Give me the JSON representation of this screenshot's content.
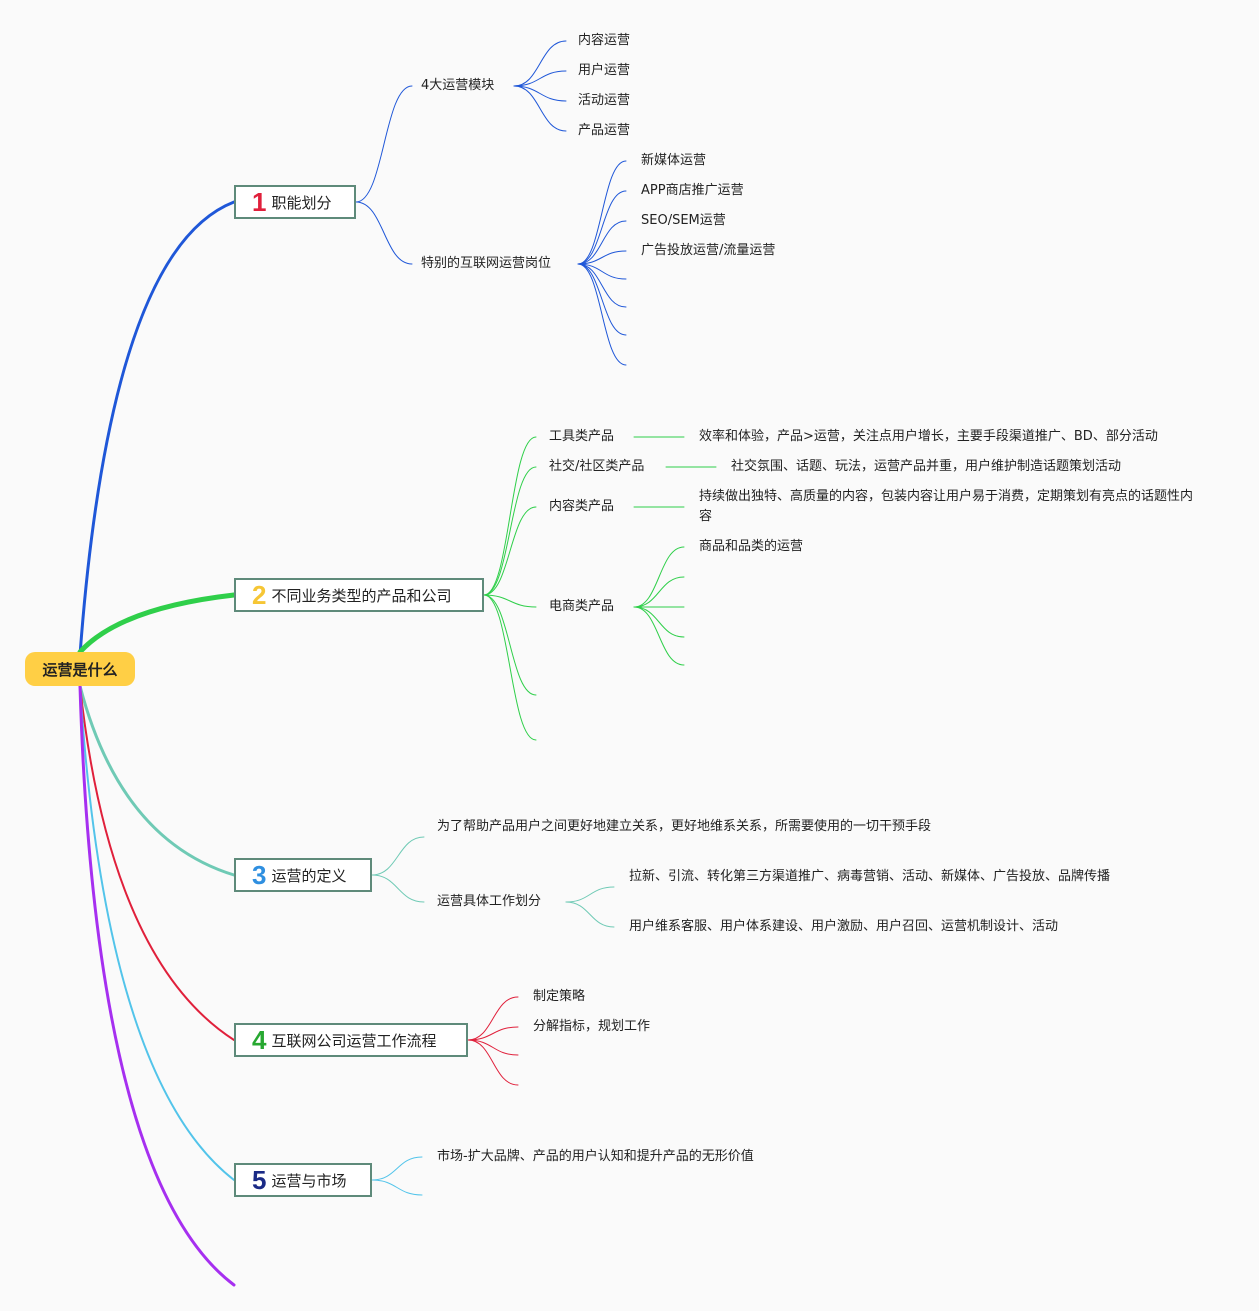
{
  "root": {
    "label": "运营是什么"
  },
  "colors": {
    "branch1": "#1f57d8",
    "branch2": "#2fcf4a",
    "branch3": "#6fcab5",
    "branch4": "#e0203b",
    "branch5": "#52c4ea",
    "branch6": "#a62ff0",
    "num1": "#e0203b",
    "num2": "#f6c635",
    "num3": "#2f8fe0",
    "num4": "#27a831",
    "num5": "#1a2a86"
  },
  "branches": [
    {
      "num": "1",
      "label": "职能划分",
      "children": [
        {
          "label": "4大运营模块",
          "children": [
            "内容运营",
            "用户运营",
            "活动运营",
            "产品运营"
          ]
        },
        {
          "label": "特别的互联网运营岗位",
          "children": [
            "新媒体运营",
            "APP商店推广运营",
            "SEO/SEM运营",
            "广告投放运营/流量运营"
          ]
        }
      ]
    },
    {
      "num": "2",
      "label": "不同业务类型的产品和公司",
      "children": [
        {
          "label": "工具类产品",
          "detail": "效率和体验，产品>运营，关注点用户增长，主要手段渠道推广、BD、部分活动"
        },
        {
          "label": "社交/社区类产品",
          "detail": "社交氛围、话题、玩法，运营产品并重，用户维护制造话题策划活动"
        },
        {
          "label": "内容类产品",
          "detail": "持续做出独特、高质量的内容，包装内容让用户易于消费，定期策划有亮点的话题性内容"
        },
        {
          "label": "电商类产品",
          "children": [
            "商品和品类的运营"
          ]
        }
      ]
    },
    {
      "num": "3",
      "label": "运营的定义",
      "children": [
        {
          "label": "为了帮助产品用户之间更好地建立关系，更好地维系关系，所需要使用的一切干预手段"
        },
        {
          "label": "运营具体工作划分",
          "children": [
            "拉新、引流、转化第三方渠道推广、病毒营销、活动、新媒体、广告投放、品牌传播",
            "用户维系客服、用户体系建设、用户激励、用户召回、运营机制设计、活动"
          ]
        }
      ]
    },
    {
      "num": "4",
      "label": "互联网公司运营工作流程",
      "children": [
        "制定策略",
        "分解指标，规划工作"
      ]
    },
    {
      "num": "5",
      "label": "运营与市场",
      "children": [
        "市场-扩大品牌、产品的用户认知和提升产品的无形价值"
      ]
    }
  ]
}
